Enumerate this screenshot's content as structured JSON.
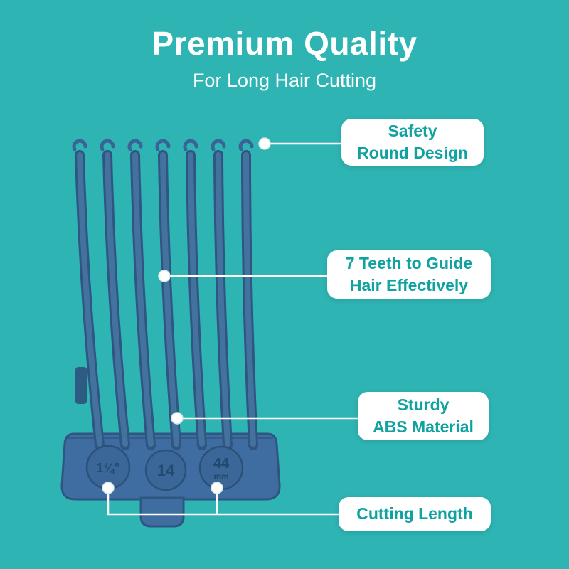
{
  "background_color": "#2fb4b4",
  "accent_text_color": "#0fa2a0",
  "header": {
    "title": "Premium Quality",
    "subtitle": "For Long Hair Cutting"
  },
  "callouts": [
    {
      "label": "Safety\nRound Design"
    },
    {
      "label": "7 Teeth to Guide\nHair Effectively"
    },
    {
      "label": "Sturdy\nABS Material"
    },
    {
      "label": "Cutting Length"
    }
  ],
  "product": {
    "teeth_count": 7,
    "color": "#3f6da1",
    "markings": {
      "inches": "1¾\"",
      "guard_number": "14",
      "mm_value": "44",
      "mm_unit": "mm"
    }
  }
}
